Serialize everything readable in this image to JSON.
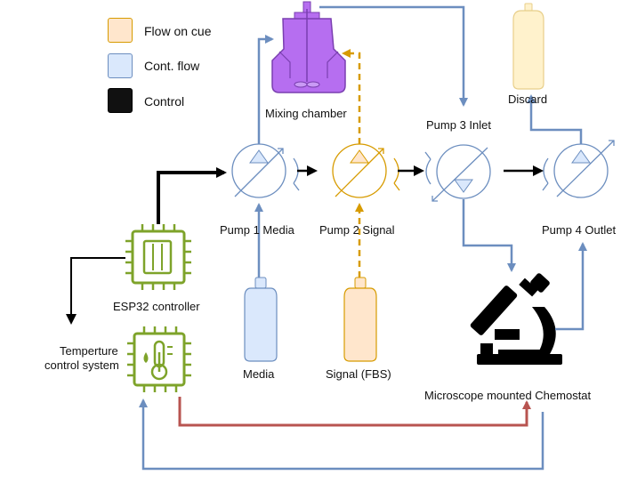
{
  "legend": {
    "flow_on_cue": "Flow on cue",
    "cont_flow": "Cont. flow",
    "control": "Control"
  },
  "labels": {
    "mixing_chamber": "Mixing chamber",
    "discard": "Discard",
    "pump3_inlet": "Pump 3 Inlet",
    "pump1_media": "Pump 1 Media",
    "pump2_signal": "Pump 2 Signal",
    "pump4_outlet": "Pump 4 Outlet",
    "esp32_controller": "ESP32 controller",
    "temperature_system_line1": "Temperture",
    "temperature_system_line2": "control system",
    "media": "Media",
    "signal_fbs": "Signal (FBS)",
    "microscope_chemostat": "Microscope mounted Chemostat"
  },
  "colors": {
    "flow_on_cue_fill": "#ffe6cc",
    "flow_on_cue_stroke": "#d79b00",
    "cont_flow_fill": "#dae8fc",
    "cont_flow_stroke": "#6c8ebf",
    "control_fill": "#111111",
    "chip_green": "#7ea32a",
    "mixer_purple": "#b66ef0",
    "heat_line": "#b85450",
    "flow_line": "#6c8ebf",
    "cue_line": "#d79b00"
  }
}
